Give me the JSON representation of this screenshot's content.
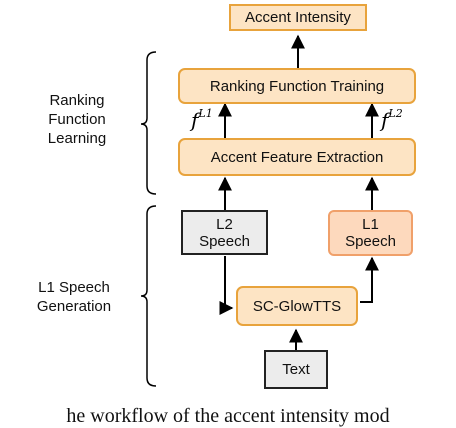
{
  "boxes": {
    "accent_intensity": "Accent Intensity",
    "ranking_training": "Ranking Function Training",
    "feature_extraction": "Accent Feature Extraction",
    "l2_speech": "L2\nSpeech",
    "l1_speech": "L1\nSpeech",
    "sc_glowtts": "SC-GlowTTS",
    "text": "Text"
  },
  "groups": {
    "ranking_learning": "Ranking\nFunction\nLearning",
    "l1_generation": "L1 Speech\nGeneration"
  },
  "features": {
    "f_l1_base": "f",
    "f_l1_sup": "L1",
    "f_l2_base": "f",
    "f_l2_sup": "L2"
  },
  "caption": "he workflow of the accent intensity mod",
  "colors": {
    "orange_fill": "#fde4c4",
    "orange_border": "#e8a33c",
    "peach_fill": "#fdd9bd",
    "peach_border": "#f0a06a",
    "gray_fill": "#ececec"
  }
}
